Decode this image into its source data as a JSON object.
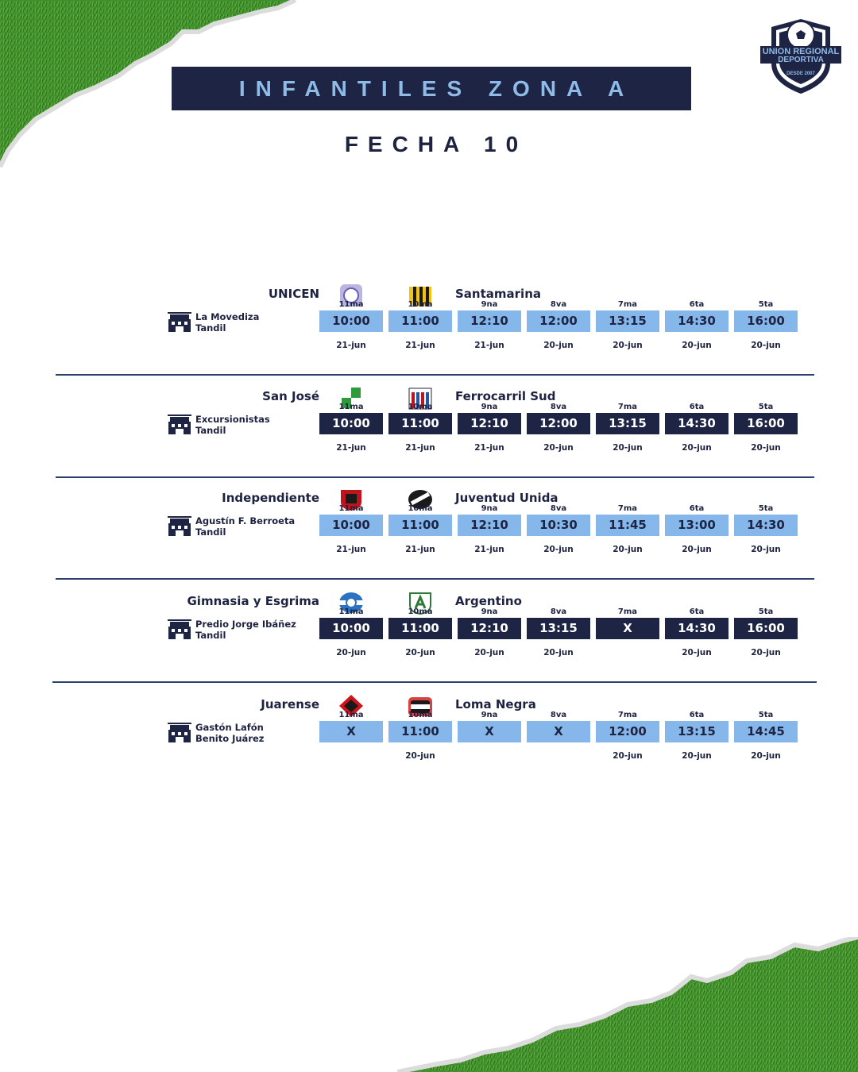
{
  "header": {
    "title": "INFANTILES ZONA A",
    "subtitle": "FECHA 10",
    "logo_text_top": "UNION REGIONAL",
    "logo_text_bottom": "DEPORTIVA",
    "logo_since": "DESDE 2007"
  },
  "colors": {
    "navy": "#1e2444",
    "light_blue": "#86b7ea",
    "grass": "#3a8a2a"
  },
  "categories": [
    "11ma",
    "10ma",
    "9na",
    "8va",
    "7ma",
    "6ta",
    "5ta"
  ],
  "matches": [
    {
      "home": "UNICEN",
      "away": "Santamarina",
      "venue_line1": "La Movediza",
      "venue_line2": "Tandil",
      "style": "light",
      "times": [
        "10:00",
        "11:00",
        "12:10",
        "12:00",
        "13:15",
        "14:30",
        "16:00"
      ],
      "dates": [
        "21-jun",
        "21-jun",
        "21-jun",
        "20-jun",
        "20-jun",
        "20-jun",
        "20-jun"
      ]
    },
    {
      "home": "San José",
      "away": "Ferrocarril Sud",
      "venue_line1": "Excursionistas",
      "venue_line2": "Tandil",
      "style": "dark",
      "times": [
        "10:00",
        "11:00",
        "12:10",
        "12:00",
        "13:15",
        "14:30",
        "16:00"
      ],
      "dates": [
        "21-jun",
        "21-jun",
        "21-jun",
        "20-jun",
        "20-jun",
        "20-jun",
        "20-jun"
      ]
    },
    {
      "home": "Independiente",
      "away": "Juventud Unida",
      "venue_line1": "Agustín F. Berroeta",
      "venue_line2": "Tandil",
      "style": "light",
      "times": [
        "10:00",
        "11:00",
        "12:10",
        "10:30",
        "11:45",
        "13:00",
        "14:30"
      ],
      "dates": [
        "21-jun",
        "21-jun",
        "21-jun",
        "20-jun",
        "20-jun",
        "20-jun",
        "20-jun"
      ]
    },
    {
      "home": "Gimnasia y Esgrima",
      "away": "Argentino",
      "venue_line1": "Predio Jorge Ibáñez",
      "venue_line2": "Tandil",
      "style": "dark",
      "times": [
        "10:00",
        "11:00",
        "12:10",
        "13:15",
        "X",
        "14:30",
        "16:00"
      ],
      "dates": [
        "20-jun",
        "20-jun",
        "20-jun",
        "20-jun",
        "",
        "20-jun",
        "20-jun"
      ]
    },
    {
      "home": "Juarense",
      "away": "Loma Negra",
      "venue_line1": "Gastón Lafón",
      "venue_line2": "Benito Juárez",
      "style": "light",
      "times": [
        "X",
        "11:00",
        "X",
        "X",
        "12:00",
        "13:15",
        "14:45"
      ],
      "dates": [
        "",
        "20-jun",
        "",
        "",
        "20-jun",
        "20-jun",
        "20-jun"
      ]
    }
  ]
}
